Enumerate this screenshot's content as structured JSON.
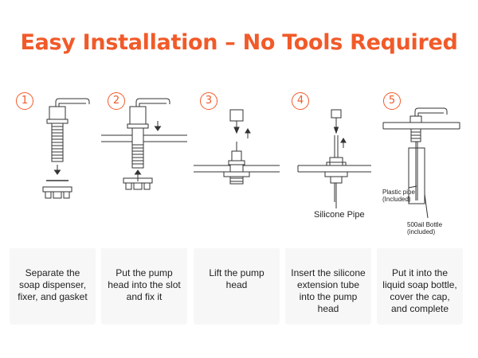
{
  "title": "Easy Installation – No Tools Required",
  "colors": {
    "accent": "#f15a29",
    "panel_bg": "#f7f7f7",
    "line": "#333333"
  },
  "steps": [
    {
      "number": "1",
      "description": "Separate the soap dispenser, fixer, and gasket"
    },
    {
      "number": "2",
      "description": "Put the pump head into the slot and fix it"
    },
    {
      "number": "3",
      "description": "Lift the pump head"
    },
    {
      "number": "4",
      "description": "Insert the silicone extension tube into the pump head",
      "label": "Silicone Pipe"
    },
    {
      "number": "5",
      "description": "Put it into the liquid soap bottle, cover the cap, and complete",
      "labels": [
        "Plastic pipe (Included)",
        "500ail Bottle (included)"
      ]
    }
  ]
}
